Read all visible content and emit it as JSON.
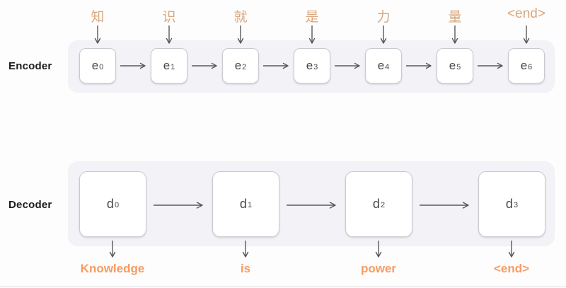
{
  "diagram": {
    "encoder": {
      "label": "Encoder",
      "units": [
        {
          "letter": "e",
          "sub": "0",
          "input": "知"
        },
        {
          "letter": "e",
          "sub": "1",
          "input": "识"
        },
        {
          "letter": "e",
          "sub": "2",
          "input": "就"
        },
        {
          "letter": "e",
          "sub": "3",
          "input": "是"
        },
        {
          "letter": "e",
          "sub": "4",
          "input": "力"
        },
        {
          "letter": "e",
          "sub": "5",
          "input": "量"
        },
        {
          "letter": "e",
          "sub": "6",
          "input": "<end>"
        }
      ]
    },
    "decoder": {
      "label": "Decoder",
      "units": [
        {
          "letter": "d",
          "sub": "0",
          "output": "Knowledge"
        },
        {
          "letter": "d",
          "sub": "1",
          "output": "is"
        },
        {
          "letter": "d",
          "sub": "2",
          "output": "power"
        },
        {
          "letter": "d",
          "sub": "3",
          "output": "<end>"
        }
      ]
    },
    "colors": {
      "input_token": "#d9a87e",
      "output_token": "#f89b62",
      "arrow": "#59595d",
      "container_bg": "#f2f2f7",
      "box_border": "#c9c9cf",
      "box_text": "#48484a",
      "label_text": "#1c1c1e",
      "page_bg": "#fdfdfd"
    }
  }
}
